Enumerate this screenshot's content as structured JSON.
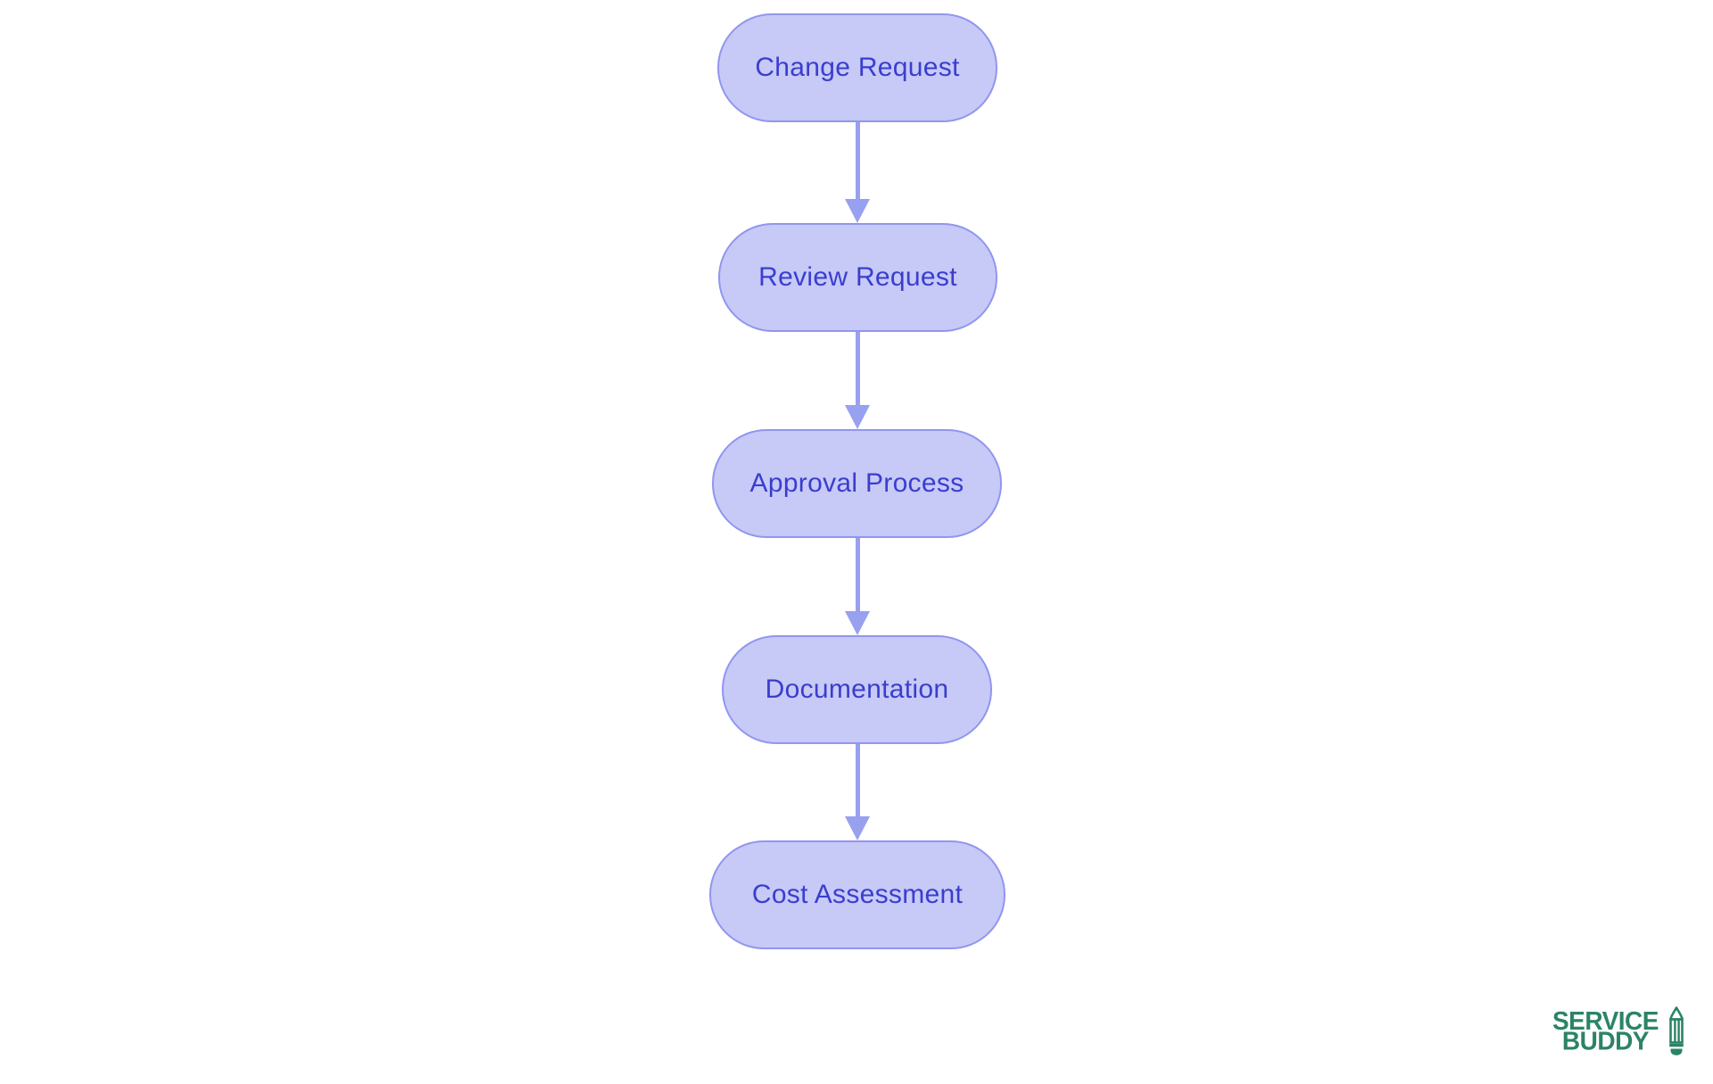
{
  "diagram": {
    "type": "flowchart",
    "direction": "top-down",
    "nodes": [
      {
        "id": "change-request",
        "label": "Change Request"
      },
      {
        "id": "review-request",
        "label": "Review Request"
      },
      {
        "id": "approval-process",
        "label": "Approval Process"
      },
      {
        "id": "documentation",
        "label": "Documentation"
      },
      {
        "id": "cost-assessment",
        "label": "Cost Assessment"
      }
    ],
    "edges": [
      {
        "from": "Change Request",
        "to": "Review Request"
      },
      {
        "from": "Review Request",
        "to": "Approval Process"
      },
      {
        "from": "Approval Process",
        "to": "Documentation"
      },
      {
        "from": "Documentation",
        "to": "Cost Assessment"
      }
    ],
    "colors": {
      "background": "#ffffff",
      "node_fill": "#c7c9f7",
      "node_border": "#9196ef",
      "node_text": "#3a3ecd",
      "arrow": "#98a0f0"
    }
  },
  "logo": {
    "line1": "SERVICE",
    "line2": "BUDDY",
    "icon": "pencil-icon",
    "color": "#2b8465"
  }
}
